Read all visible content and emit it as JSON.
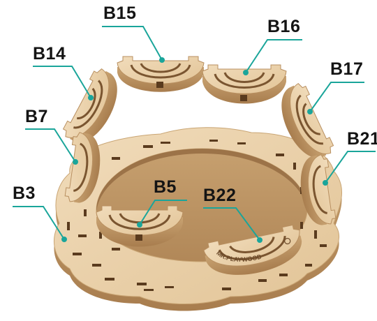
{
  "labels": {
    "b15": "B15",
    "b16": "B16",
    "b14": "B14",
    "b17": "B17",
    "b7": "B7",
    "b21": "B21",
    "b5": "B5",
    "b22": "B22",
    "b3": "B3"
  },
  "engraving": "MR.PLAYWOOD",
  "colors": {
    "wood": "#e8cfa8",
    "wood_edge": "#b88f60",
    "leader": "#1aa59a",
    "label": "#141414"
  }
}
